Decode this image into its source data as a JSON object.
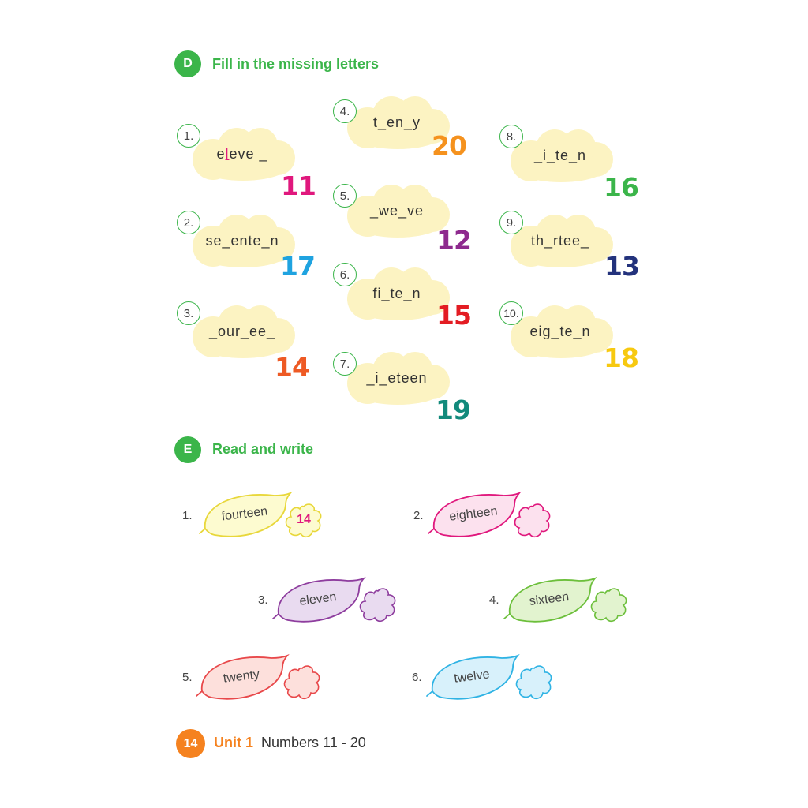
{
  "section_d": {
    "letter": "D",
    "title": "Fill in the missing letters",
    "items": [
      {
        "n": "1.",
        "pre": "e",
        "filled": "l",
        "post": "eve _",
        "number": "11",
        "color": "#e0187d"
      },
      {
        "n": "2.",
        "word": "se_ente_n",
        "number": "17",
        "color": "#1fa3e0"
      },
      {
        "n": "3.",
        "word": "_our_ee_",
        "number": "14",
        "color": "#ee5a24"
      },
      {
        "n": "4.",
        "word": "t_en_y",
        "number": "20",
        "color": "#f5921e"
      },
      {
        "n": "5.",
        "word": "_we_ve",
        "number": "12",
        "color": "#8e2a8e"
      },
      {
        "n": "6.",
        "word": "fi_te_n",
        "number": "15",
        "color": "#e31c23"
      },
      {
        "n": "7.",
        "word": "_i_eteen",
        "number": "19",
        "color": "#128a7c"
      },
      {
        "n": "8.",
        "word": "_i_te_n",
        "number": "16",
        "color": "#3bb54a"
      },
      {
        "n": "9.",
        "word": "th_rtee_",
        "number": "13",
        "color": "#23327c"
      },
      {
        "n": "10.",
        "word": "eig_te_n",
        "number": "18",
        "color": "#f7c910"
      }
    ]
  },
  "section_e": {
    "letter": "E",
    "title": "Read and write",
    "items": [
      {
        "n": "1.",
        "word": "fourteen",
        "answer": "14",
        "color": "#e8d73a",
        "fill": "#fdfbd0"
      },
      {
        "n": "2.",
        "word": "eighteen",
        "answer": "",
        "color": "#e0187d",
        "fill": "#fce1ee"
      },
      {
        "n": "3.",
        "word": "eleven",
        "answer": "",
        "color": "#8e3d9e",
        "fill": "#e9dbf0"
      },
      {
        "n": "4.",
        "word": "sixteen",
        "answer": "",
        "color": "#6cbf3b",
        "fill": "#e2f3cf"
      },
      {
        "n": "5.",
        "word": "twenty",
        "answer": "",
        "color": "#e8484a",
        "fill": "#fde0dc"
      },
      {
        "n": "6.",
        "word": "twelve",
        "answer": "",
        "color": "#2fb3e4",
        "fill": "#d8f1fb"
      }
    ]
  },
  "footer": {
    "page": "14",
    "unit": "Unit 1",
    "title": "Numbers 11 - 20"
  }
}
